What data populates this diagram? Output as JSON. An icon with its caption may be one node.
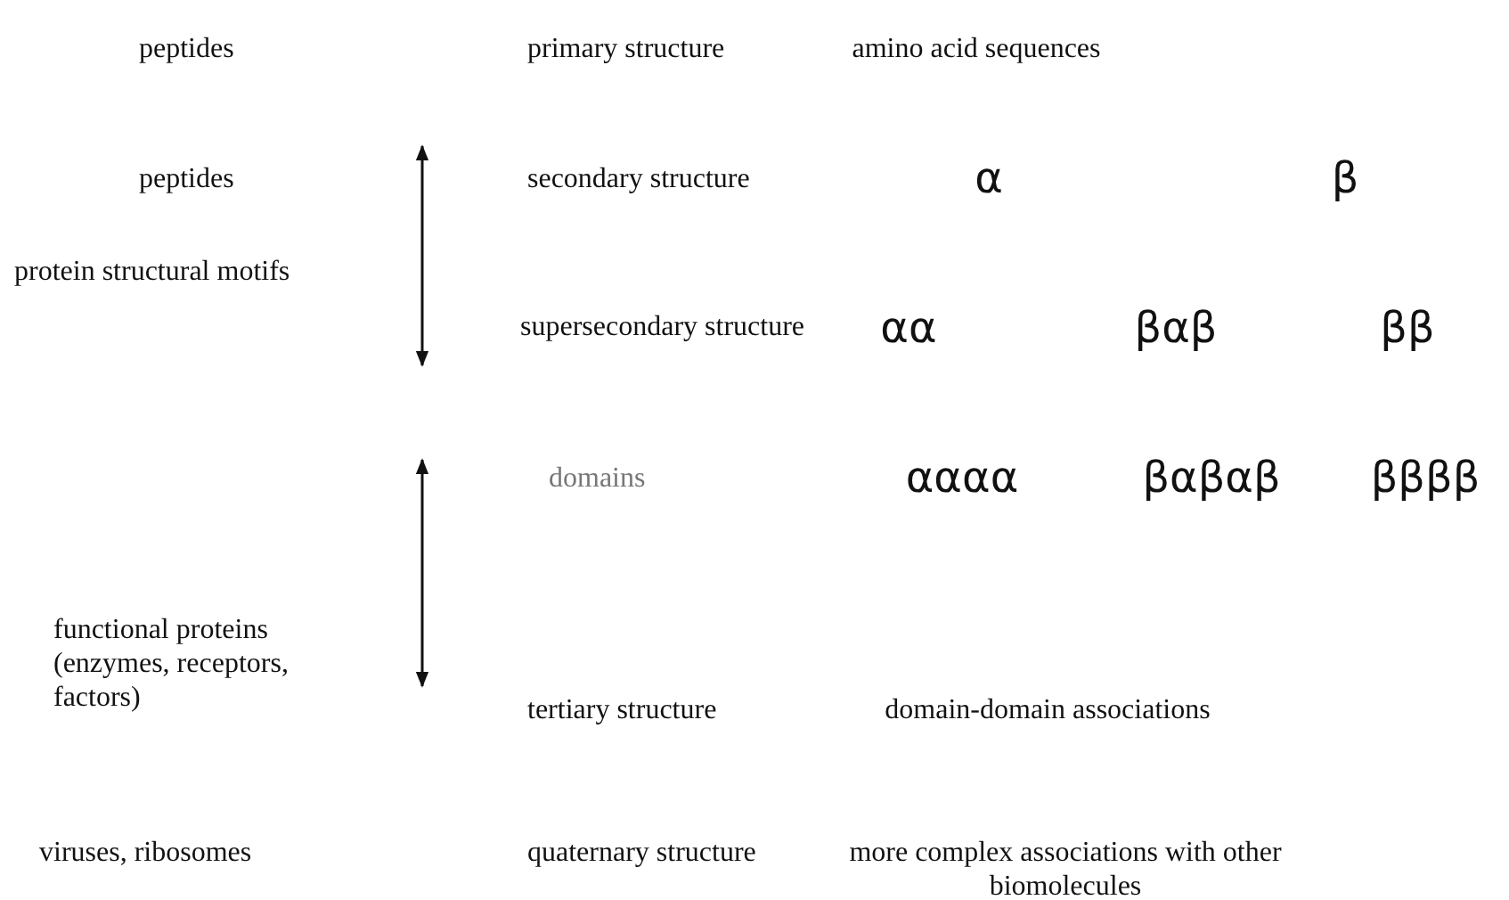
{
  "diagram": {
    "labels": [
      "peptides",
      "primary structure",
      "amino acid sequences",
      "peptides",
      "secondary structure",
      "α",
      "β",
      "protein structural motifs",
      "supersecondary structure",
      "αα",
      "βαβ",
      "ββ",
      "domains",
      "αααα",
      "βαβαβ",
      "ββββ",
      "functional proteins (enzymes, receptors, factors)",
      "tertiary structure",
      "domain-domain associations",
      "viruses, ribosomes",
      "quaternary structure",
      "more complex associations with other biomolecules"
    ]
  }
}
